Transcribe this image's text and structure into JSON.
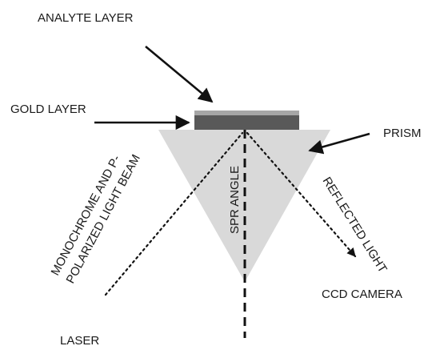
{
  "labels": {
    "analyte_layer": "ANALYTE LAYER",
    "gold_layer": "GOLD LAYER",
    "prism": "PRISM",
    "incident_beam_line1": "MONOCHROME AND P-",
    "incident_beam_line2": "POLARIZED LIGHT BEAM",
    "spr_angle": "SPR ANGLE",
    "reflected_light": "REFLECTED LIGHT",
    "ccd_camera": "CCD CAMERA",
    "laser": "LASER"
  },
  "colors": {
    "prism_fill": "#d9d9d9",
    "gold_layer_fill": "#595959",
    "analyte_layer_fill": "#a6a6a6",
    "line": "#111111",
    "text": "#1a1a1a"
  }
}
